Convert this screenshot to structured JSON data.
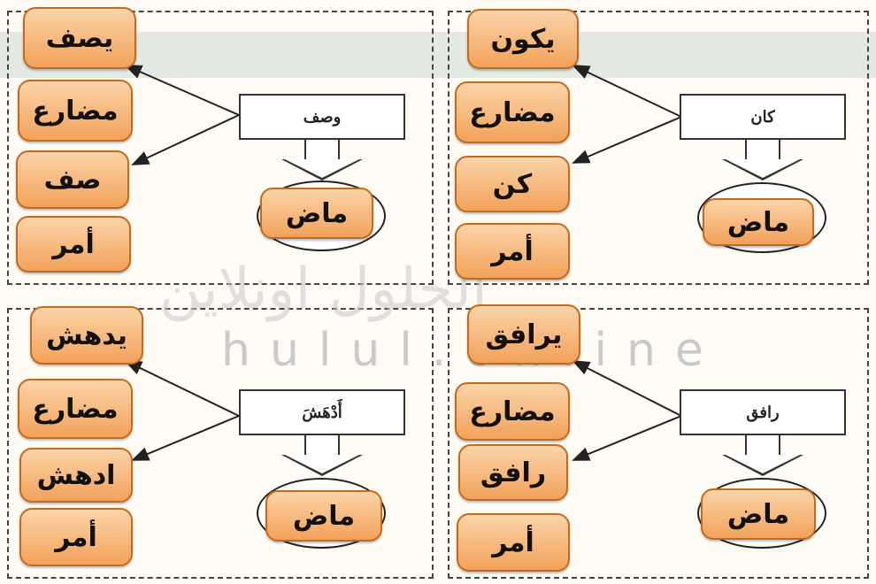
{
  "watermark": {
    "latin": "hulul.online",
    "arabic": "الحلول اونلاين"
  },
  "panels": [
    {
      "verb": "كان",
      "past": "ماض",
      "present_verb": "يكون",
      "present_label": "مضارع",
      "imperative_verb": "كن",
      "imperative_label": "أمر"
    },
    {
      "verb": "وصف",
      "past": "ماض",
      "present_verb": "يصف",
      "present_label": "مضارع",
      "imperative_verb": "صف",
      "imperative_label": "أمر"
    },
    {
      "verb": "رافق",
      "past": "ماض",
      "present_verb": "يرافق",
      "present_label": "مضارع",
      "imperative_verb": "رافق",
      "imperative_label": "أمر"
    },
    {
      "verb": "أَدْهَشَ",
      "past": "ماض",
      "present_verb": "يدهش",
      "present_label": "مضارع",
      "imperative_verb": "ادهش",
      "imperative_label": "أمر"
    }
  ]
}
